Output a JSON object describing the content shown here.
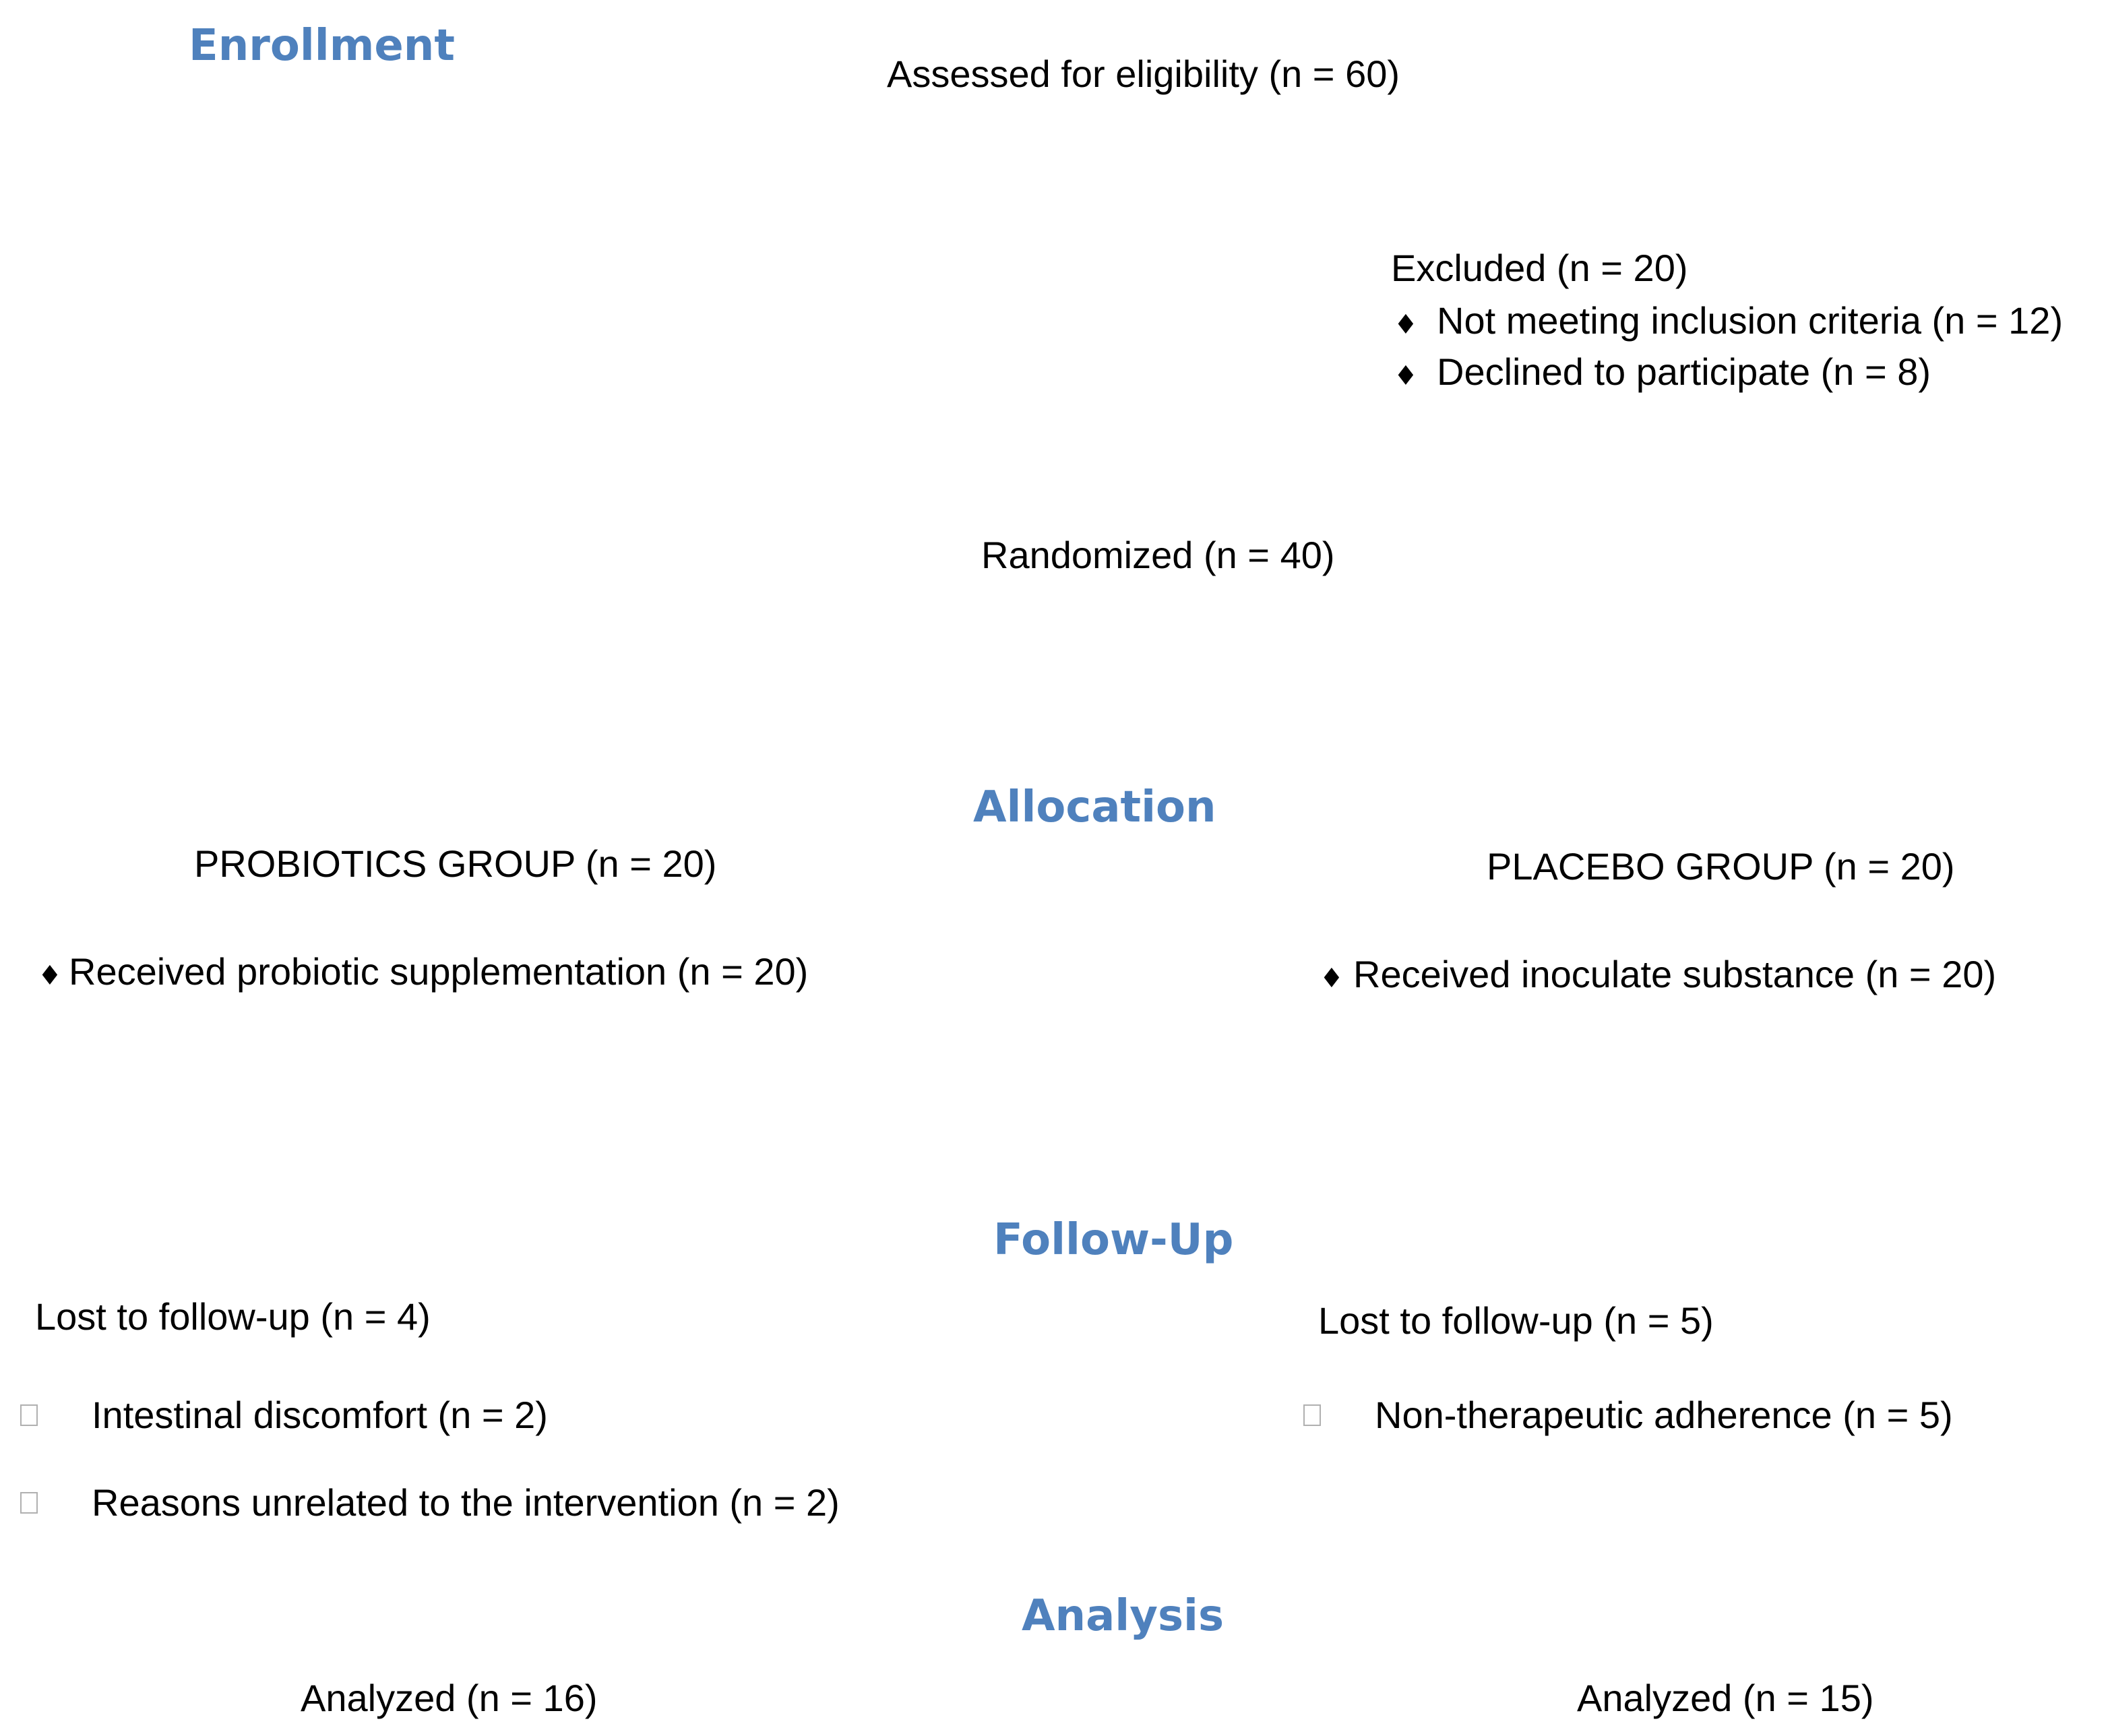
{
  "stages": {
    "enrollment": "Enrollment",
    "allocation": "Allocation",
    "follow_up": "Follow-Up",
    "analysis": "Analysis"
  },
  "enrollment": {
    "assessed": "Assessed for eligibility (n = 60)",
    "excluded": {
      "title": "Excluded (n = 20)",
      "items": [
        "Not meeting inclusion criteria (n = 12)",
        "Declined to participate (n = 8)"
      ]
    },
    "randomized": "Randomized (n = 40)"
  },
  "allocation": {
    "probiotics": {
      "title": "PROBIOTICS GROUP (n = 20)",
      "item": "Received probiotic supplementation (n = 20)"
    },
    "placebo": {
      "title": "PLACEBO GROUP (n = 20)",
      "item": "Received inoculate substance (n = 20)"
    }
  },
  "follow_up": {
    "probiotics": {
      "lost": "Lost to follow-up (n = 4)",
      "reasons": [
        "Intestinal discomfort (n = 2)",
        "Reasons unrelated to the intervention (n = 2)"
      ]
    },
    "placebo": {
      "lost": "Lost to follow-up (n = 5)",
      "reasons": [
        "Non-therapeutic adherence (n = 5)"
      ]
    }
  },
  "analysis": {
    "probiotics": "Analyzed (n = 16)",
    "placebo": "Analyzed (n = 15)"
  },
  "bullet_glyph": "♦",
  "colors": {
    "stage_heading": "#4f81bd",
    "text": "#000000"
  }
}
